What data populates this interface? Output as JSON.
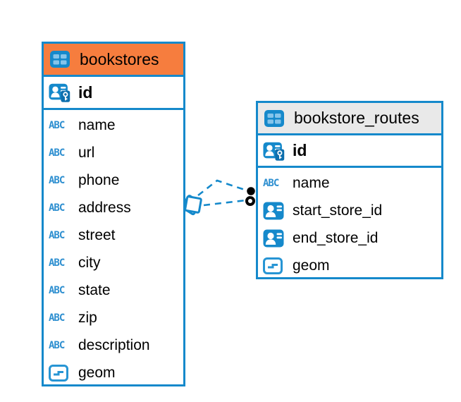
{
  "canvas": {
    "background": "#ffffff"
  },
  "colors": {
    "accent_blue": "#1589cb",
    "orange_header": "#f67d3e",
    "gray_header": "#e9e9e9",
    "icon_light_blue": "#85c4ea",
    "text": "#000000"
  },
  "icons": {
    "text_type_label": "ABC"
  },
  "tables": [
    {
      "name": "bookstores",
      "primary_key": "id",
      "columns": [
        {
          "name": "name",
          "type": "text"
        },
        {
          "name": "url",
          "type": "text"
        },
        {
          "name": "phone",
          "type": "text"
        },
        {
          "name": "address",
          "type": "text"
        },
        {
          "name": "street",
          "type": "text"
        },
        {
          "name": "city",
          "type": "text"
        },
        {
          "name": "state",
          "type": "text"
        },
        {
          "name": "zip",
          "type": "text"
        },
        {
          "name": "description",
          "type": "text"
        },
        {
          "name": "geom",
          "type": "geometry"
        }
      ]
    },
    {
      "name": "bookstore_routes",
      "primary_key": "id",
      "columns": [
        {
          "name": "name",
          "type": "text"
        },
        {
          "name": "start_store_id",
          "type": "reference"
        },
        {
          "name": "end_store_id",
          "type": "reference"
        },
        {
          "name": "geom",
          "type": "geometry"
        }
      ]
    }
  ],
  "relationships": {
    "from_table": "bookstores",
    "to_table": "bookstore_routes",
    "line_style": "dashed",
    "line_count": 2
  }
}
